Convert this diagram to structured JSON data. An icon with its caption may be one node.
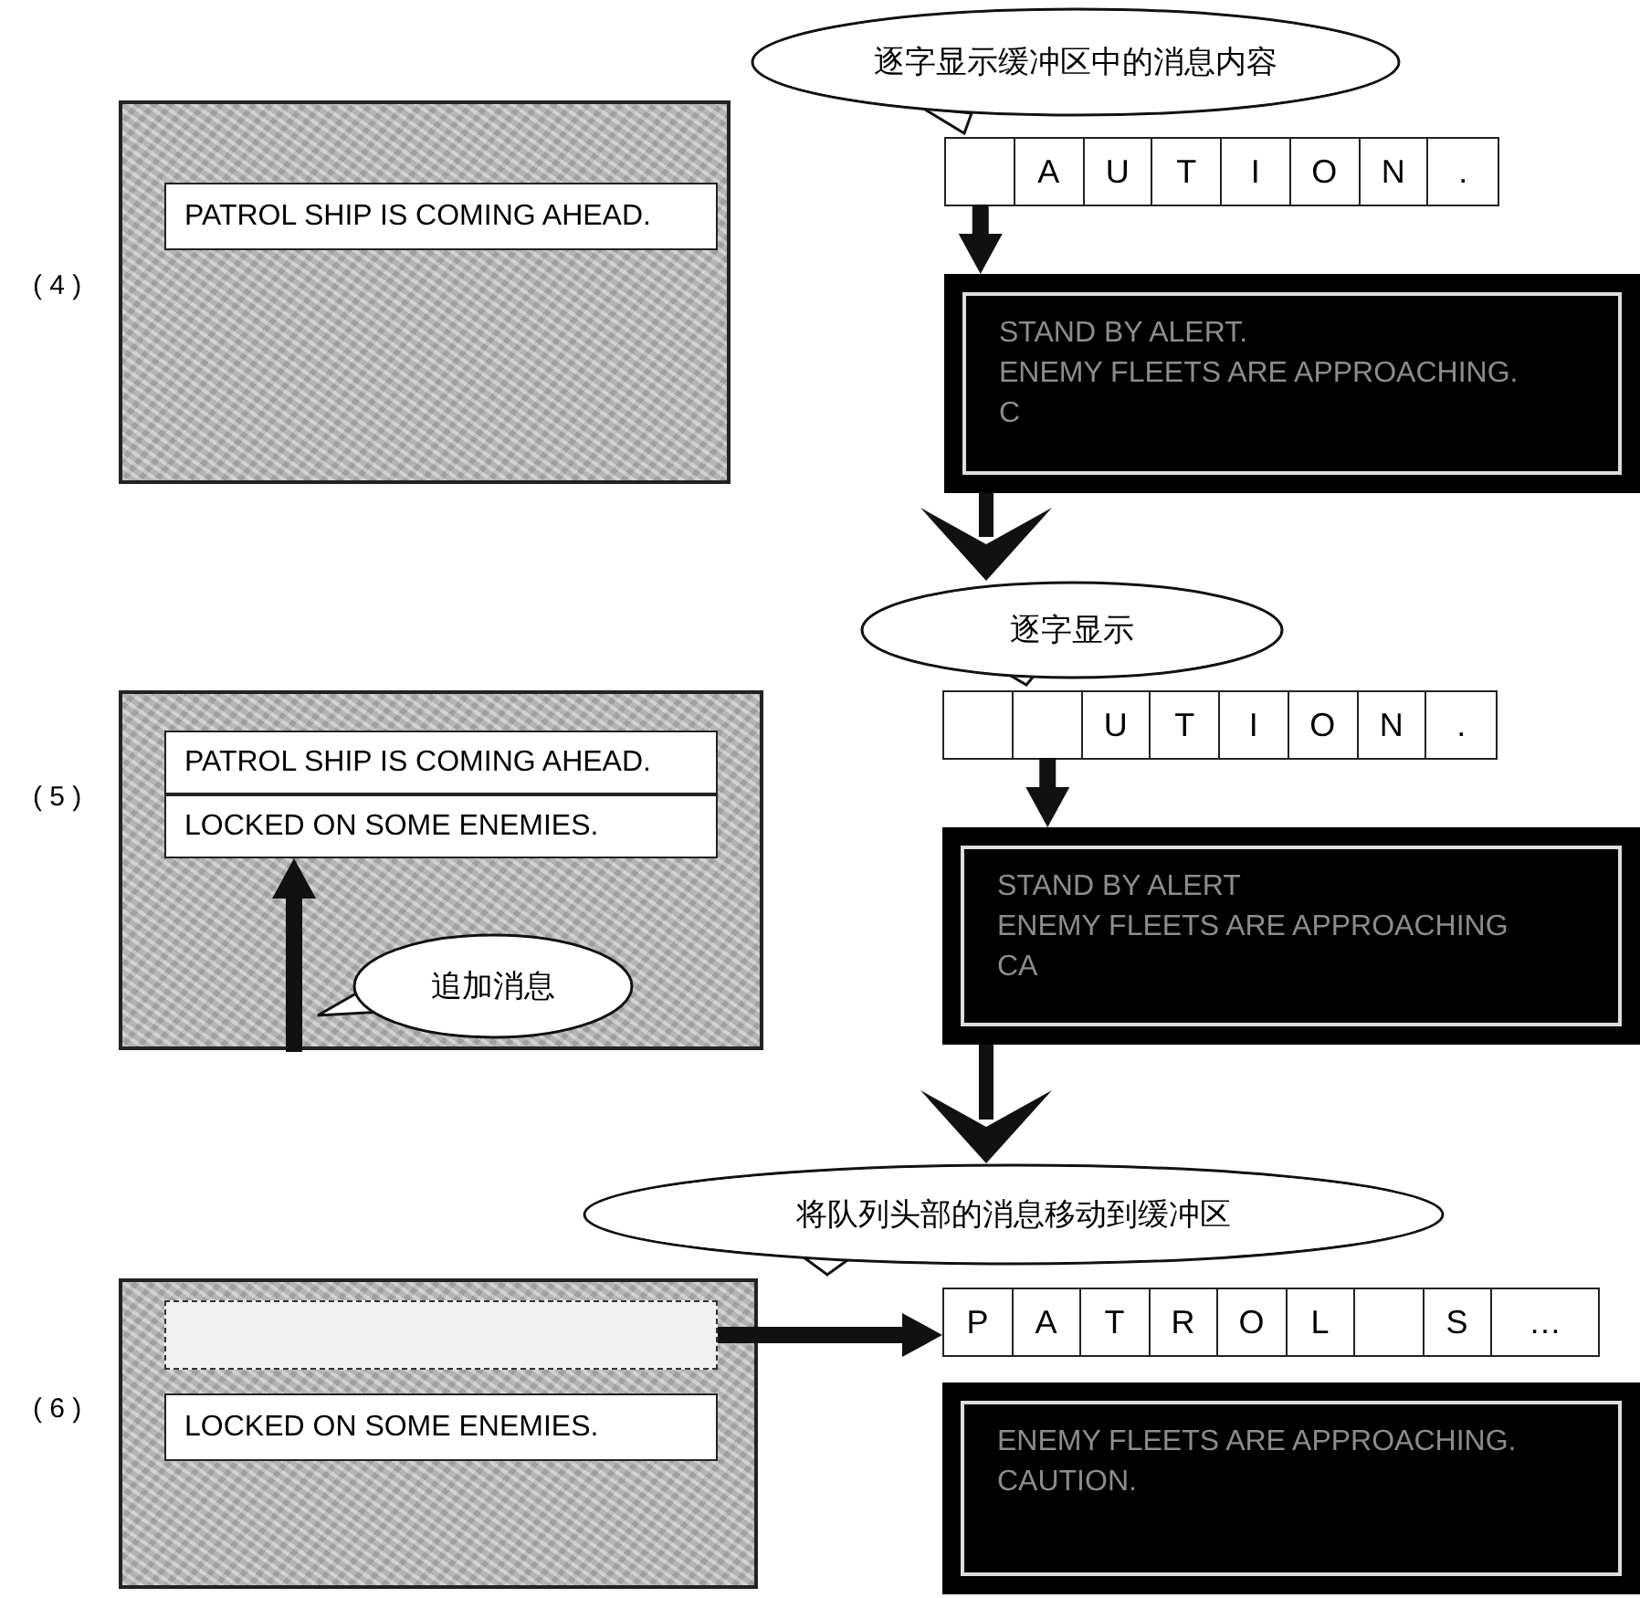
{
  "diagram": {
    "nodes": [
      {
        "text": [
          "逐字显示缓冲区中的消息内容"
        ]
      },
      {
        "text": [],
        "shape": "box"
      },
      {
        "text": [
          "PATROL SHIP IS COMING AHEAD."
        ],
        "in": 1
      },
      {
        "text": [],
        "shape": "box"
      },
      {
        "text": [],
        "shape": "box",
        "in": 3
      },
      {
        "text": [
          "A"
        ],
        "in": 3
      },
      {
        "text": [
          "U"
        ],
        "in": 3
      },
      {
        "text": [
          "T"
        ],
        "in": 3
      },
      {
        "text": [
          "I"
        ],
        "in": 3
      },
      {
        "text": [
          "O"
        ],
        "in": 3
      },
      {
        "text": [
          "N"
        ],
        "in": 3
      },
      {
        "text": [
          "."
        ],
        "in": 3
      },
      {
        "text": [
          "STAND BY ALERT.",
          "ENEMY FLEETS ARE APPROACHING.",
          "C"
        ]
      },
      {
        "text": [
          "逐字显示"
        ]
      },
      {
        "text": [],
        "shape": "box"
      },
      {
        "text": [
          "PATROL SHIP IS COMING AHEAD."
        ],
        "in": 14
      },
      {
        "text": [
          "LOCKED ON SOME ENEMIES."
        ],
        "in": 14
      },
      {
        "text": [],
        "shape": "box"
      },
      {
        "text": [],
        "shape": "box",
        "in": 17
      },
      {
        "text": [],
        "shape": "box",
        "in": 17
      },
      {
        "text": [
          "U"
        ],
        "in": 17
      },
      {
        "text": [
          "T"
        ],
        "in": 17
      },
      {
        "text": [
          "I"
        ],
        "in": 17
      },
      {
        "text": [
          "O"
        ],
        "in": 17
      },
      {
        "text": [
          "N"
        ],
        "in": 17
      },
      {
        "text": [
          "."
        ],
        "in": 17
      },
      {
        "text": [
          "STAND BY ALERT",
          "ENEMY FLEETS ARE APPROACHING",
          "CA"
        ]
      },
      {
        "text": [
          "追加消息"
        ],
        "in": 14
      },
      {
        "text": [
          "将队列头部的消息移动到缓冲区"
        ]
      },
      {
        "text": [],
        "shape": "box"
      },
      {
        "text": [],
        "shape": "box",
        "in": 29
      },
      {
        "text": [
          "LOCKED ON SOME ENEMIES."
        ],
        "in": 29
      },
      {
        "text": [],
        "shape": "box"
      },
      {
        "text": [
          "P"
        ],
        "in": 32
      },
      {
        "text": [
          "A"
        ],
        "in": 32
      },
      {
        "text": [
          "T"
        ],
        "in": 32
      },
      {
        "text": [
          "R"
        ],
        "in": 32
      },
      {
        "text": [
          "O"
        ],
        "in": 32
      },
      {
        "text": [
          "L"
        ],
        "in": 32
      },
      {
        "text": [],
        "shape": "box",
        "in": 32
      },
      {
        "text": [
          "S"
        ],
        "in": 32
      },
      {
        "text": [
          "…"
        ],
        "in": 32
      },
      {
        "text": [
          "ENEMY FLEETS ARE APPROACHING.",
          "CAUTION."
        ]
      }
    ],
    "edges": [
      {
        "from": 4,
        "to": 12,
        "arrow": "to"
      },
      {
        "from": 19,
        "to": 26,
        "arrow": "to"
      },
      {
        "from": null,
        "to": 16,
        "arrow": "to"
      },
      {
        "from": 30,
        "to": 32,
        "arrow": "to"
      },
      {
        "from": 12,
        "to": 13,
        "arrow": "to"
      },
      {
        "from": 26,
        "to": 28,
        "arrow": "to"
      }
    ],
    "labels": [
      "( 4 )",
      "( 5 )",
      "( 6 )"
    ]
  }
}
